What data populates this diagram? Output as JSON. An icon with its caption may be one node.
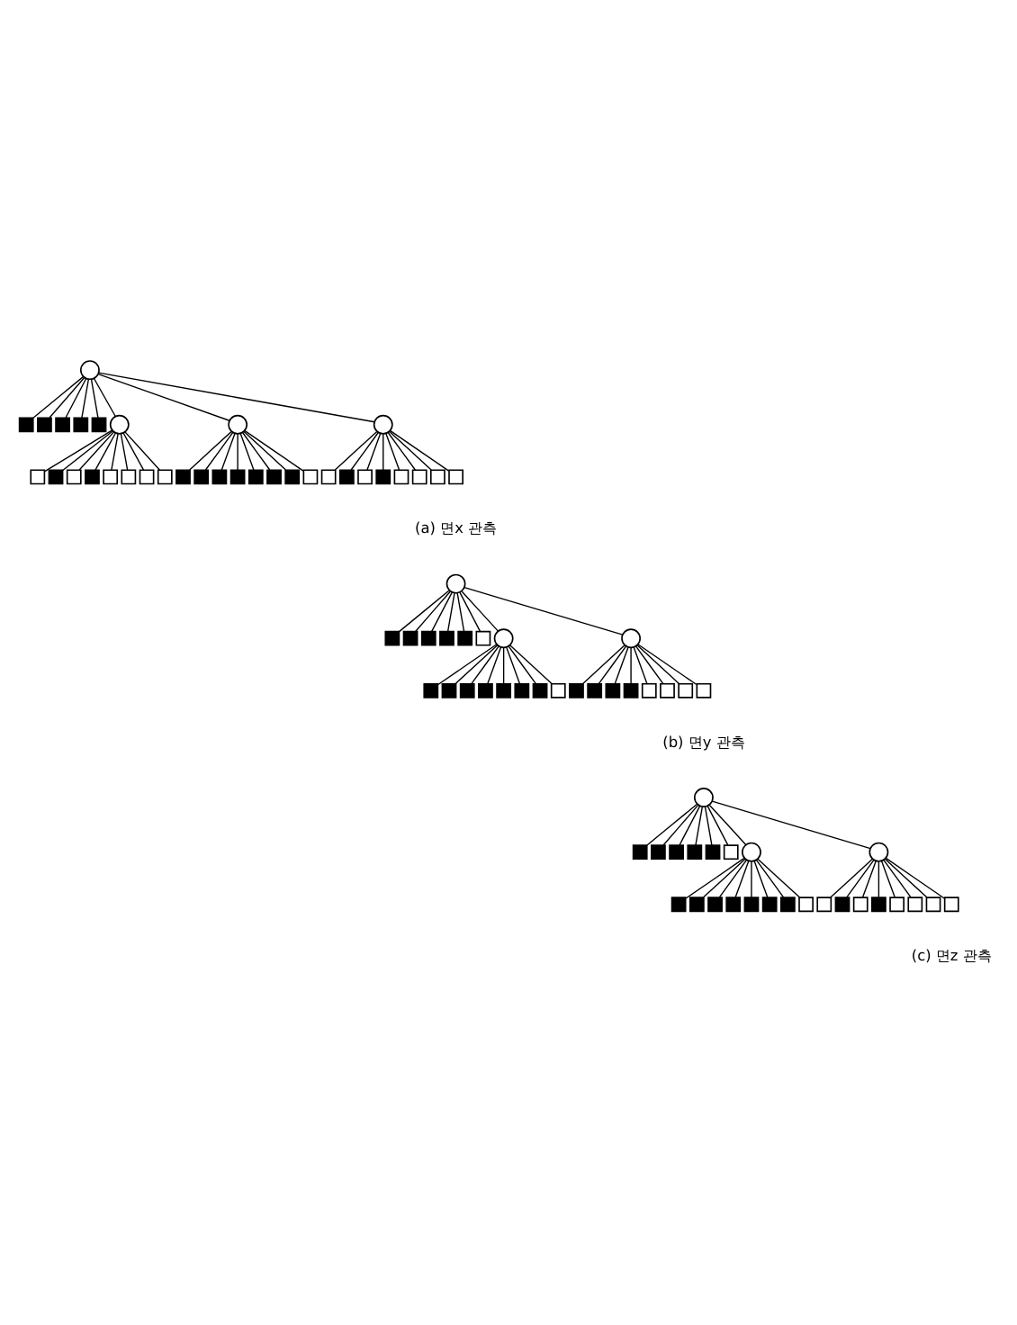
{
  "diagram": {
    "nodes": [
      {
        "text": [],
        "shape": "circle"
      },
      {
        "text": [],
        "shape": "block"
      },
      {
        "text": [],
        "shape": "block"
      },
      {
        "text": [],
        "shape": "block"
      },
      {
        "text": [],
        "shape": "block"
      },
      {
        "text": [],
        "shape": "block"
      },
      {
        "text": [],
        "shape": "circle"
      },
      {
        "text": [],
        "shape": "circle"
      },
      {
        "text": [],
        "shape": "circle"
      },
      {
        "text": [],
        "shape": "box"
      },
      {
        "text": [],
        "shape": "block"
      },
      {
        "text": [],
        "shape": "box"
      },
      {
        "text": [],
        "shape": "block"
      },
      {
        "text": [],
        "shape": "box"
      },
      {
        "text": [],
        "shape": "box"
      },
      {
        "text": [],
        "shape": "box"
      },
      {
        "text": [],
        "shape": "box"
      },
      {
        "text": [],
        "shape": "block"
      },
      {
        "text": [],
        "shape": "block"
      },
      {
        "text": [],
        "shape": "block"
      },
      {
        "text": [],
        "shape": "block"
      },
      {
        "text": [],
        "shape": "block"
      },
      {
        "text": [],
        "shape": "block"
      },
      {
        "text": [],
        "shape": "block"
      },
      {
        "text": [],
        "shape": "box"
      },
      {
        "text": [],
        "shape": "box"
      },
      {
        "text": [],
        "shape": "block"
      },
      {
        "text": [],
        "shape": "box"
      },
      {
        "text": [],
        "shape": "block"
      },
      {
        "text": [],
        "shape": "box"
      },
      {
        "text": [],
        "shape": "box"
      },
      {
        "text": [],
        "shape": "box"
      },
      {
        "text": [],
        "shape": "box"
      },
      {
        "text": [],
        "shape": "circle"
      },
      {
        "text": [],
        "shape": "block"
      },
      {
        "text": [],
        "shape": "block"
      },
      {
        "text": [],
        "shape": "block"
      },
      {
        "text": [],
        "shape": "block"
      },
      {
        "text": [],
        "shape": "block"
      },
      {
        "text": [],
        "shape": "box"
      },
      {
        "text": [],
        "shape": "circle"
      },
      {
        "text": [],
        "shape": "circle"
      },
      {
        "text": [],
        "shape": "block"
      },
      {
        "text": [],
        "shape": "block"
      },
      {
        "text": [],
        "shape": "block"
      },
      {
        "text": [],
        "shape": "block"
      },
      {
        "text": [],
        "shape": "block"
      },
      {
        "text": [],
        "shape": "block"
      },
      {
        "text": [],
        "shape": "block"
      },
      {
        "text": [],
        "shape": "box"
      },
      {
        "text": [],
        "shape": "block"
      },
      {
        "text": [],
        "shape": "block"
      },
      {
        "text": [],
        "shape": "block"
      },
      {
        "text": [],
        "shape": "block"
      },
      {
        "text": [],
        "shape": "box"
      },
      {
        "text": [],
        "shape": "box"
      },
      {
        "text": [],
        "shape": "box"
      },
      {
        "text": [],
        "shape": "box"
      },
      {
        "text": [],
        "shape": "circle"
      },
      {
        "text": [],
        "shape": "block"
      },
      {
        "text": [],
        "shape": "block"
      },
      {
        "text": [],
        "shape": "block"
      },
      {
        "text": [],
        "shape": "block"
      },
      {
        "text": [],
        "shape": "block"
      },
      {
        "text": [],
        "shape": "box"
      },
      {
        "text": [],
        "shape": "circle"
      },
      {
        "text": [],
        "shape": "circle"
      },
      {
        "text": [],
        "shape": "block"
      },
      {
        "text": [],
        "shape": "block"
      },
      {
        "text": [],
        "shape": "block"
      },
      {
        "text": [],
        "shape": "block"
      },
      {
        "text": [],
        "shape": "block"
      },
      {
        "text": [],
        "shape": "block"
      },
      {
        "text": [],
        "shape": "block"
      },
      {
        "text": [],
        "shape": "box"
      },
      {
        "text": [],
        "shape": "box"
      },
      {
        "text": [],
        "shape": "block"
      },
      {
        "text": [],
        "shape": "box"
      },
      {
        "text": [],
        "shape": "block"
      },
      {
        "text": [],
        "shape": "box"
      },
      {
        "text": [],
        "shape": "box"
      },
      {
        "text": [],
        "shape": "box"
      },
      {
        "text": [],
        "shape": "box"
      }
    ],
    "edges": [
      {
        "from": 0,
        "to": 1,
        "arrow": "none"
      },
      {
        "from": 0,
        "to": 2,
        "arrow": "none"
      },
      {
        "from": 0,
        "to": 3,
        "arrow": "none"
      },
      {
        "from": 0,
        "to": 4,
        "arrow": "none"
      },
      {
        "from": 0,
        "to": 5,
        "arrow": "none"
      },
      {
        "from": 0,
        "to": 6,
        "arrow": "none"
      },
      {
        "from": 0,
        "to": 7,
        "arrow": "none"
      },
      {
        "from": 0,
        "to": 8,
        "arrow": "none"
      },
      {
        "from": 6,
        "to": 9,
        "arrow": "none"
      },
      {
        "from": 6,
        "to": 10,
        "arrow": "none"
      },
      {
        "from": 6,
        "to": 11,
        "arrow": "none"
      },
      {
        "from": 6,
        "to": 12,
        "arrow": "none"
      },
      {
        "from": 6,
        "to": 13,
        "arrow": "none"
      },
      {
        "from": 6,
        "to": 14,
        "arrow": "none"
      },
      {
        "from": 6,
        "to": 15,
        "arrow": "none"
      },
      {
        "from": 6,
        "to": 16,
        "arrow": "none"
      },
      {
        "from": 7,
        "to": 17,
        "arrow": "none"
      },
      {
        "from": 7,
        "to": 18,
        "arrow": "none"
      },
      {
        "from": 7,
        "to": 19,
        "arrow": "none"
      },
      {
        "from": 7,
        "to": 20,
        "arrow": "none"
      },
      {
        "from": 7,
        "to": 21,
        "arrow": "none"
      },
      {
        "from": 7,
        "to": 22,
        "arrow": "none"
      },
      {
        "from": 7,
        "to": 23,
        "arrow": "none"
      },
      {
        "from": 7,
        "to": 24,
        "arrow": "none"
      },
      {
        "from": 8,
        "to": 25,
        "arrow": "none"
      },
      {
        "from": 8,
        "to": 26,
        "arrow": "none"
      },
      {
        "from": 8,
        "to": 27,
        "arrow": "none"
      },
      {
        "from": 8,
        "to": 28,
        "arrow": "none"
      },
      {
        "from": 8,
        "to": 29,
        "arrow": "none"
      },
      {
        "from": 8,
        "to": 30,
        "arrow": "none"
      },
      {
        "from": 8,
        "to": 31,
        "arrow": "none"
      },
      {
        "from": 8,
        "to": 32,
        "arrow": "none"
      },
      {
        "from": 33,
        "to": 34,
        "arrow": "none"
      },
      {
        "from": 33,
        "to": 35,
        "arrow": "none"
      },
      {
        "from": 33,
        "to": 36,
        "arrow": "none"
      },
      {
        "from": 33,
        "to": 37,
        "arrow": "none"
      },
      {
        "from": 33,
        "to": 38,
        "arrow": "none"
      },
      {
        "from": 33,
        "to": 39,
        "arrow": "none"
      },
      {
        "from": 33,
        "to": 40,
        "arrow": "none"
      },
      {
        "from": 33,
        "to": 41,
        "arrow": "none"
      },
      {
        "from": 40,
        "to": 42,
        "arrow": "none"
      },
      {
        "from": 40,
        "to": 43,
        "arrow": "none"
      },
      {
        "from": 40,
        "to": 44,
        "arrow": "none"
      },
      {
        "from": 40,
        "to": 45,
        "arrow": "none"
      },
      {
        "from": 40,
        "to": 46,
        "arrow": "none"
      },
      {
        "from": 40,
        "to": 47,
        "arrow": "none"
      },
      {
        "from": 40,
        "to": 48,
        "arrow": "none"
      },
      {
        "from": 40,
        "to": 49,
        "arrow": "none"
      },
      {
        "from": 41,
        "to": 50,
        "arrow": "none"
      },
      {
        "from": 41,
        "to": 51,
        "arrow": "none"
      },
      {
        "from": 41,
        "to": 52,
        "arrow": "none"
      },
      {
        "from": 41,
        "to": 53,
        "arrow": "none"
      },
      {
        "from": 41,
        "to": 54,
        "arrow": "none"
      },
      {
        "from": 41,
        "to": 55,
        "arrow": "none"
      },
      {
        "from": 41,
        "to": 56,
        "arrow": "none"
      },
      {
        "from": 41,
        "to": 57,
        "arrow": "none"
      },
      {
        "from": 58,
        "to": 59,
        "arrow": "none"
      },
      {
        "from": 58,
        "to": 60,
        "arrow": "none"
      },
      {
        "from": 58,
        "to": 61,
        "arrow": "none"
      },
      {
        "from": 58,
        "to": 62,
        "arrow": "none"
      },
      {
        "from": 58,
        "to": 63,
        "arrow": "none"
      },
      {
        "from": 58,
        "to": 64,
        "arrow": "none"
      },
      {
        "from": 58,
        "to": 65,
        "arrow": "none"
      },
      {
        "from": 58,
        "to": 66,
        "arrow": "none"
      },
      {
        "from": 65,
        "to": 67,
        "arrow": "none"
      },
      {
        "from": 65,
        "to": 68,
        "arrow": "none"
      },
      {
        "from": 65,
        "to": 69,
        "arrow": "none"
      },
      {
        "from": 65,
        "to": 70,
        "arrow": "none"
      },
      {
        "from": 65,
        "to": 71,
        "arrow": "none"
      },
      {
        "from": 65,
        "to": 72,
        "arrow": "none"
      },
      {
        "from": 65,
        "to": 73,
        "arrow": "none"
      },
      {
        "from": 65,
        "to": 74,
        "arrow": "none"
      },
      {
        "from": 66,
        "to": 75,
        "arrow": "none"
      },
      {
        "from": 66,
        "to": 76,
        "arrow": "none"
      },
      {
        "from": 66,
        "to": 77,
        "arrow": "none"
      },
      {
        "from": 66,
        "to": 78,
        "arrow": "none"
      },
      {
        "from": 66,
        "to": 79,
        "arrow": "none"
      },
      {
        "from": 66,
        "to": 80,
        "arrow": "none"
      },
      {
        "from": 66,
        "to": 81,
        "arrow": "none"
      },
      {
        "from": 66,
        "to": 82,
        "arrow": "none"
      }
    ],
    "labels": [
      "(a) 면x 관측",
      "(b) 면y 관측",
      "(c) 면z 관측"
    ]
  }
}
